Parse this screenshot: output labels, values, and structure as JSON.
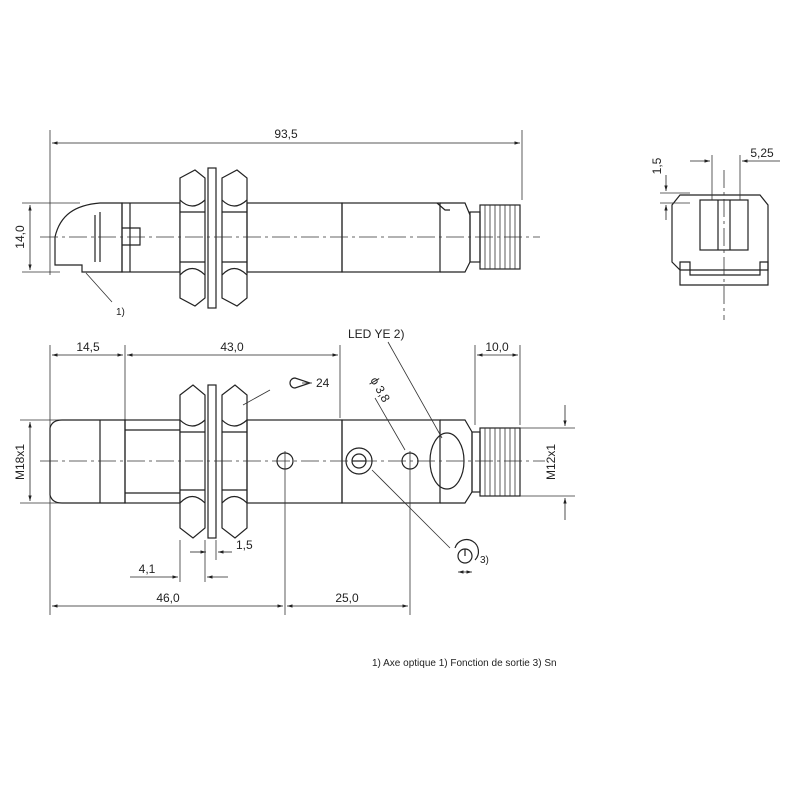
{
  "dimensions": {
    "overall_length": "93,5",
    "height_14": "14,0",
    "len_14_5": "14,5",
    "len_43": "43,0",
    "len_10": "10,0",
    "thread_m18": "M18x1",
    "thread_m12": "M12x1",
    "nut_4_1": "4,1",
    "nut_1_5": "1,5",
    "len_46": "46,0",
    "len_25": "25,0",
    "wrench_24": "24",
    "hole_phi": "ϕ 3,8",
    "side_1_5": "1,5",
    "side_5_25": "5,25"
  },
  "callouts": {
    "optical_axis": "1)",
    "led": "LED YE 2)",
    "sn": "3)"
  },
  "footnote": "1) Axe optique  1) Fonction de sortie  3) Sn"
}
